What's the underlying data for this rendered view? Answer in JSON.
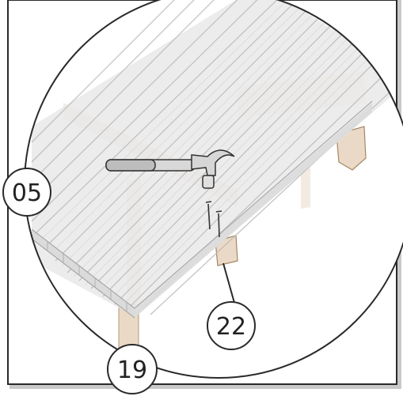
{
  "callouts": {
    "top_left": "05",
    "right": "22",
    "bottom": "19"
  },
  "colors": {
    "line": "#2a2a2a",
    "panel": "#e6e6e6",
    "panel_stripe": "#cfcfcf",
    "wood": "#ead9c6",
    "wood_dark": "#c8ab8c",
    "frame_shadow": "#c9c9c9"
  },
  "icons": [
    "hammer-icon",
    "nail-icon"
  ]
}
